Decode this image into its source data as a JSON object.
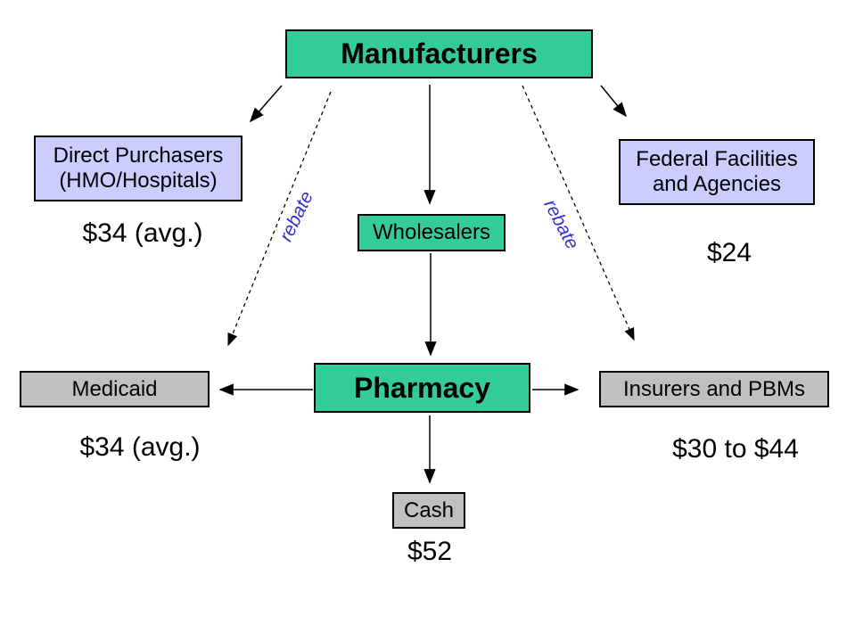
{
  "diagram": {
    "background": "#FFFFFF",
    "colors": {
      "green_box": "#33CC99",
      "lavender_box": "#CCCCFF",
      "gray_box": "#C0C0C0",
      "rebate_text_blue": "#3333CC",
      "arrow_black": "#000000"
    },
    "nodes": {
      "manufacturers": {
        "label": "Manufacturers"
      },
      "direct_purchasers": {
        "line1": "Direct Purchasers",
        "line2": "(HMO/Hospitals)",
        "price": "$34 (avg.)"
      },
      "wholesalers": {
        "label": "Wholesalers"
      },
      "federal_facilities": {
        "line1": "Federal Facilities",
        "line2": "and Agencies",
        "price": "$24"
      },
      "medicaid": {
        "label": "Medicaid",
        "price": "$34 (avg.)"
      },
      "pharmacy": {
        "label": "Pharmacy"
      },
      "insurers": {
        "label": "Insurers and PBMs",
        "price": "$30 to $44"
      },
      "cash": {
        "label": "Cash",
        "price": "$52"
      }
    },
    "edge_labels": {
      "rebate_left": "rebate",
      "rebate_right": "rebate"
    }
  }
}
